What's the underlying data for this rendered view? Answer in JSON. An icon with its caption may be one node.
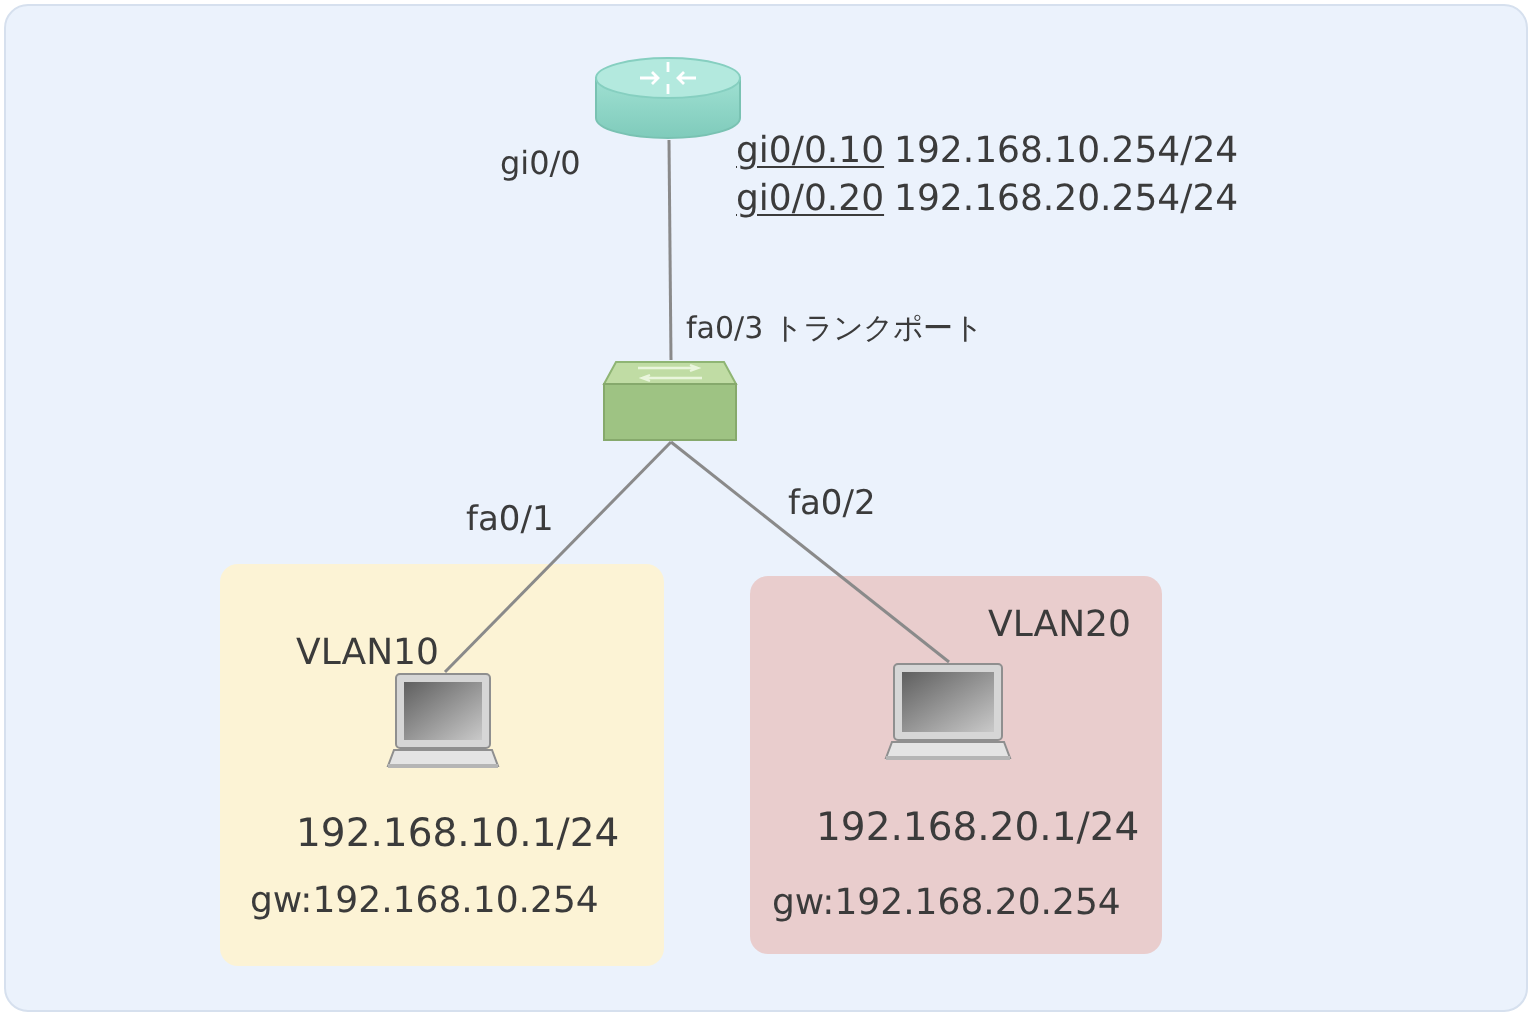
{
  "diagram": {
    "nodes": [
      {
        "text": [],
        "shape": "cylinder"
      },
      {
        "text": [],
        "shape": "box"
      },
      {
        "text": [
          "VLAN10"
        ]
      },
      {
        "text": [],
        "shape": "picture",
        "in": 2,
        "beside": [
          "192.168.10.1/24",
          "gw:192.168.10.254"
        ]
      },
      {
        "text": [
          "VLAN20"
        ]
      },
      {
        "text": [],
        "shape": "picture",
        "in": 4,
        "beside": [
          "192.168.20.1/24",
          "gw:192.168.20.254"
        ]
      }
    ],
    "edges": [
      {
        "from": 0,
        "to": 1,
        "arrow": "none"
      },
      {
        "from": 1,
        "to": 3,
        "arrow": "none"
      },
      {
        "from": 1,
        "to": 5,
        "arrow": "none"
      }
    ],
    "labels": [
      "gi0/0",
      "gi0/0.10",
      "192.168.10.254/24",
      "gi0/0.20",
      "192.168.20.254/24",
      "fa0/3 トランクポート",
      "fa0/1",
      "fa0/2"
    ]
  }
}
